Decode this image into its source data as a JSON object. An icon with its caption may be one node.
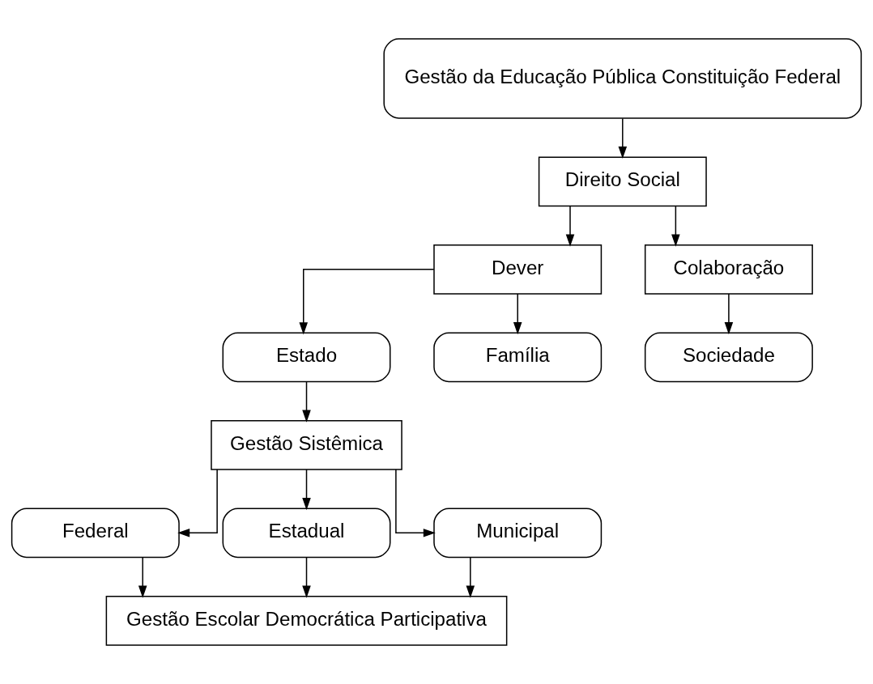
{
  "diagram": {
    "nodes": [
      {
        "text": [
          "Gestão da Educação Pública Constituição Federal"
        ]
      },
      {
        "text": [
          "Direito Social"
        ]
      },
      {
        "text": [
          "Dever"
        ]
      },
      {
        "text": [
          "Colaboração"
        ]
      },
      {
        "text": [
          "Estado"
        ]
      },
      {
        "text": [
          "Família"
        ]
      },
      {
        "text": [
          "Sociedade"
        ]
      },
      {
        "text": [
          "Gestão Sistêmica"
        ]
      },
      {
        "text": [
          "Federal"
        ]
      },
      {
        "text": [
          "Estadual"
        ]
      },
      {
        "text": [
          "Municipal"
        ]
      },
      {
        "text": [
          "Gestão Escolar Democrática Participativa"
        ]
      }
    ],
    "edges": [
      {
        "from": 0,
        "to": 1,
        "arrow": "to"
      },
      {
        "from": 1,
        "to": 2,
        "arrow": "to"
      },
      {
        "from": 1,
        "to": 3,
        "arrow": "to"
      },
      {
        "from": 2,
        "to": 4,
        "arrow": "to"
      },
      {
        "from": 2,
        "to": 5,
        "arrow": "to"
      },
      {
        "from": 3,
        "to": 6,
        "arrow": "to"
      },
      {
        "from": 4,
        "to": 7,
        "arrow": "to"
      },
      {
        "from": 7,
        "to": 8,
        "arrow": "to"
      },
      {
        "from": 7,
        "to": 9,
        "arrow": "to"
      },
      {
        "from": 7,
        "to": 10,
        "arrow": "to"
      },
      {
        "from": 8,
        "to": 11,
        "arrow": "to"
      },
      {
        "from": 9,
        "to": 11,
        "arrow": "to"
      },
      {
        "from": 10,
        "to": 11,
        "arrow": "to"
      }
    ]
  }
}
